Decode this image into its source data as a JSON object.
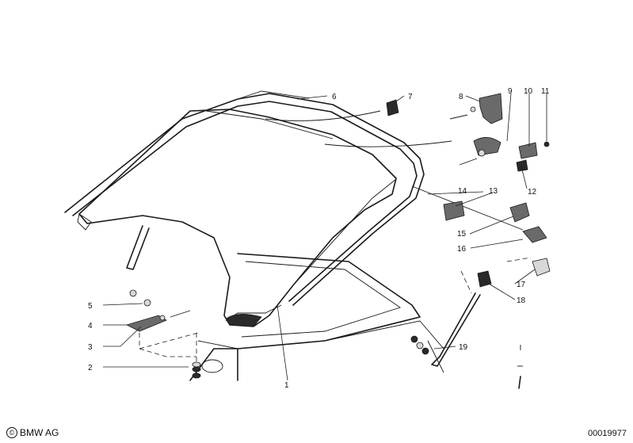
{
  "diagram": {
    "callouts": [
      "1",
      "2",
      "3",
      "4",
      "5",
      "6",
      "7",
      "8",
      "9",
      "10",
      "11",
      "12",
      "13",
      "14",
      "15",
      "16",
      "17",
      "18",
      "19"
    ]
  },
  "footer": {
    "copyright_symbol": "©",
    "brand": "BMW AG",
    "diagram_number": "00019977"
  }
}
